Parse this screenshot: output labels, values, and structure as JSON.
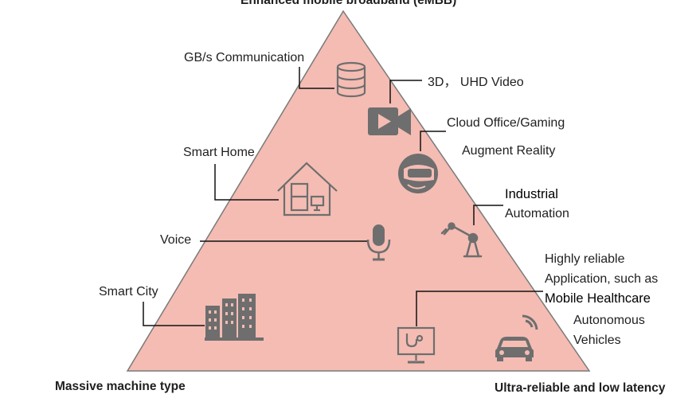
{
  "diagram": {
    "title_top": "Enhanced mobile broadband (eMBB)",
    "corner_left": "Massive machine type",
    "corner_right": "Ultra-reliable and low latency",
    "labels": {
      "gb_comm": "GB/s Communication",
      "video": "3D， UHD Video",
      "cloud": "Cloud Office/Gaming",
      "ar": "Augment Reality",
      "smart_home": "Smart Home",
      "industrial_1": "Industrial",
      "industrial_2": "Automation",
      "voice": "Voice",
      "health_1": "Highly reliable",
      "health_2": "Application, such as",
      "health_3": "Mobile Healthcare",
      "smart_city": "Smart City",
      "auto_1": "Autonomous",
      "auto_2": "Vehicles"
    },
    "colors": {
      "triangle_fill": "#f4bcb3",
      "triangle_stroke": "#7a7a7a",
      "icon": "#6e6e6e",
      "leader_line": "#111111"
    },
    "icons": [
      "database-icon",
      "video-camera-icon",
      "vr-headset-icon",
      "house-icon",
      "robot-arm-icon",
      "microphone-icon",
      "city-buildings-icon",
      "medical-monitor-icon",
      "car-icon",
      "wireless-signal-icon"
    ]
  }
}
